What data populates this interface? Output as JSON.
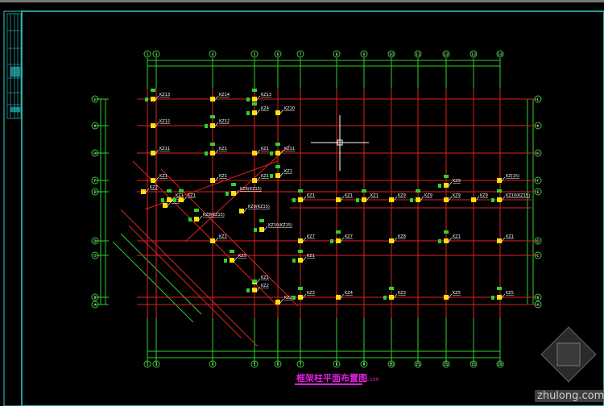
{
  "drawing": {
    "title": "框架柱平面布置图",
    "scale": "1:100",
    "axis_columns": [
      "1",
      "3",
      "4",
      "5",
      "6",
      "7",
      "8",
      "9",
      "10",
      "11",
      "12",
      "13",
      "14"
    ],
    "axis_rows": [
      "L",
      "K",
      "H",
      "F",
      "E",
      "D",
      "C",
      "B",
      "A"
    ],
    "column_tags": [
      {
        "text": "KZ13"
      },
      {
        "text": "KZ14"
      },
      {
        "text": "KZ13"
      },
      {
        "text": "KZ10"
      },
      {
        "text": "KZ4"
      },
      {
        "text": "KZ12"
      },
      {
        "text": "KZ12"
      },
      {
        "text": "KZ11"
      },
      {
        "text": "KZ1"
      },
      {
        "text": "KZ1"
      },
      {
        "text": "KZ11"
      },
      {
        "text": "KZ1"
      },
      {
        "text": "KZ1"
      },
      {
        "text": "KZ1"
      },
      {
        "text": "KZ1"
      },
      {
        "text": "KZ2"
      },
      {
        "text": "KZ6(KZ15)"
      },
      {
        "text": "KZ1"
      },
      {
        "text": "KZ1"
      },
      {
        "text": "KZ1"
      },
      {
        "text": "KZ1"
      },
      {
        "text": "KZ1"
      },
      {
        "text": "KZ1"
      },
      {
        "text": "KZ9"
      },
      {
        "text": "KZ9"
      },
      {
        "text": "KZ9"
      },
      {
        "text": "KZ9"
      },
      {
        "text": "KZ9"
      },
      {
        "text": "KZ10(KZ15)"
      },
      {
        "text": "KZ(15)"
      },
      {
        "text": "KZ8(KZ15)"
      },
      {
        "text": "KZ9(KZ15)"
      },
      {
        "text": "KZ10(KZ15)"
      },
      {
        "text": "KZ1"
      },
      {
        "text": "KZ5"
      },
      {
        "text": "KZ7"
      },
      {
        "text": "KZ7"
      },
      {
        "text": "KZ8"
      },
      {
        "text": "KZ1"
      },
      {
        "text": "KZ1"
      },
      {
        "text": "KZ1"
      },
      {
        "text": "KZ1"
      },
      {
        "text": "KZ2"
      },
      {
        "text": "KZ2"
      },
      {
        "text": "KZ3"
      },
      {
        "text": "KZ4"
      },
      {
        "text": "KZ3"
      },
      {
        "text": "KZ5"
      },
      {
        "text": "KZ5"
      },
      {
        "text": "KZ5"
      }
    ]
  },
  "watermark": "zhulong.com",
  "colors": {
    "grid": "#e02020",
    "axis": "#30d030",
    "column": "#ffe000",
    "frame": "#30d0d0",
    "title": "#e020e0"
  }
}
